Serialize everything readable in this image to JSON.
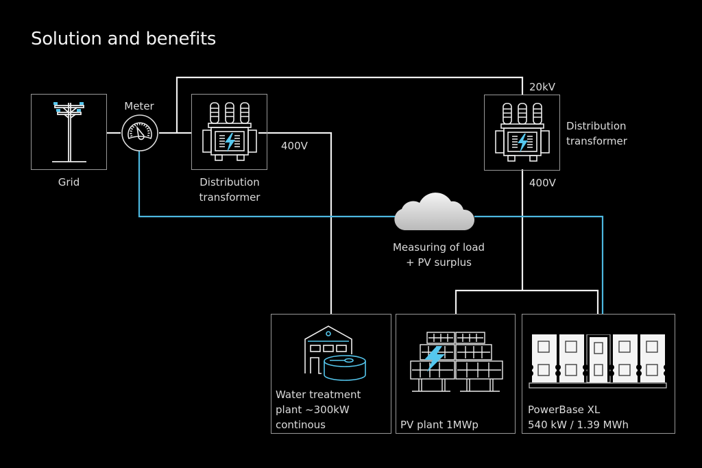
{
  "title": "Solution and benefits",
  "colors": {
    "background": "#000000",
    "power_line": "#ffffff",
    "data_line": "#4db8e0",
    "accent": "#55c7ee",
    "box_border": "#9a9a9a"
  },
  "nodes": {
    "grid": {
      "label": "Grid",
      "icon": "utility-pole-icon"
    },
    "meter": {
      "label": "Meter",
      "icon": "speedometer-icon"
    },
    "transformer_left": {
      "label_line1": "Distribution",
      "label_line2": "transformer",
      "icon": "transformer-icon"
    },
    "transformer_right": {
      "label_line1": "Distribution",
      "label_line2": "transformer",
      "icon": "transformer-icon"
    },
    "cloud": {
      "label_line1": "Measuring of load",
      "label_line2": "+ PV surplus",
      "icon": "cloud-icon"
    },
    "water_plant": {
      "label_line1": "Water treatment",
      "label_line2": "plant ~300kW",
      "label_line3": "continous",
      "icon": "water-treatment-icon"
    },
    "pv_plant": {
      "label": "PV plant 1MWp",
      "icon": "solar-panel-icon"
    },
    "powerbase": {
      "label_line1": "PowerBase XL",
      "label_line2": "540 kW / 1.39 MWh",
      "icon": "battery-storage-icon"
    }
  },
  "voltages": {
    "left_low": "400V",
    "right_high": "20kV",
    "right_low": "400V"
  }
}
